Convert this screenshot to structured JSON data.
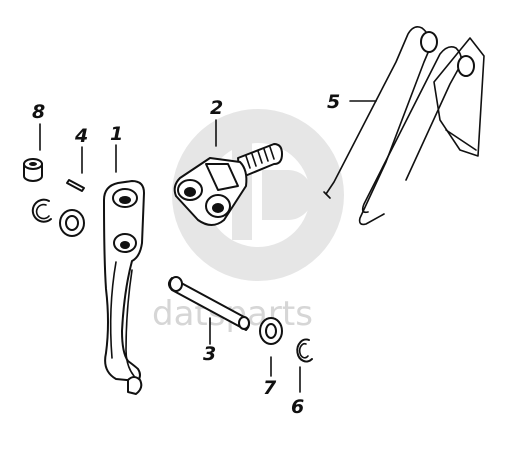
{
  "watermark": {
    "text": "datsparts"
  },
  "callouts": [
    {
      "id": "1",
      "part": "lever"
    },
    {
      "id": "2",
      "part": "clevis-yoke"
    },
    {
      "id": "3",
      "part": "pin"
    },
    {
      "id": "4",
      "part": "cotter-pin"
    },
    {
      "id": "5",
      "part": "return-spring"
    },
    {
      "id": "6",
      "part": "clip"
    },
    {
      "id": "7",
      "part": "washer"
    },
    {
      "id": "8",
      "part": "bushing"
    }
  ]
}
